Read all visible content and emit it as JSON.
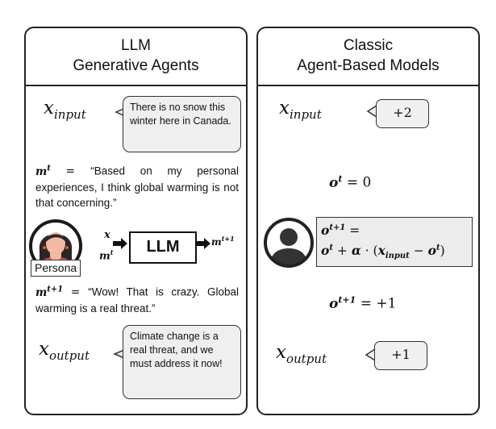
{
  "left": {
    "title_line1": "LLM",
    "title_line2": "Generative Agents",
    "x_input_label": "input",
    "input_bubble": "There is no snow this winter here in Canada.",
    "mt_text": "“Based on my personal experiences, I think global warming is not that concerning.”",
    "llm_box": "LLM",
    "persona_label": "Persona",
    "mt1_text": "“Wow! That is crazy. Global warming is a real threat.”",
    "x_output_label": "output",
    "output_bubble": "Climate change is a real threat, and we must address it now!"
  },
  "right": {
    "title_line1": "Classic",
    "title_line2": "Agent-Based Models",
    "x_input_label": "input",
    "input_value": "+2",
    "ot_equation_value": "0",
    "update_input_sub": "input",
    "ot1_value": "+1",
    "x_output_label": "output",
    "output_value": "+1"
  },
  "colors": {
    "border": "#222222",
    "bubble_fill": "#efefef",
    "update_box_fill": "#ececec",
    "avatar_dark": "#333333",
    "persona_hair": "#2a2626",
    "persona_skin": "#f4b9a3",
    "persona_shirt": "#e2533e",
    "persona_ring": "#1a1a1a"
  }
}
